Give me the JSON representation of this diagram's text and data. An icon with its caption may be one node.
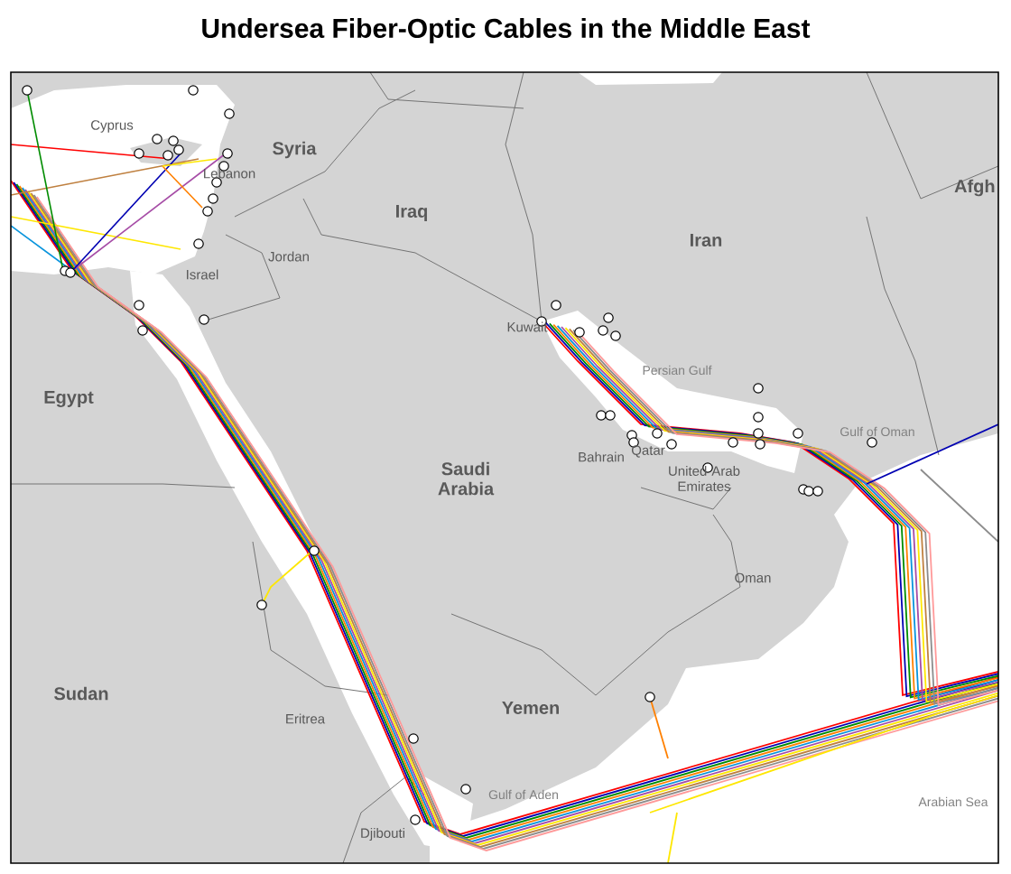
{
  "diagram": {
    "title": "Undersea Fiber-Optic Cables in the Middle East",
    "labels": [
      "Cyprus",
      "Syria",
      "Lebanon",
      "Iraq",
      "Afgh",
      "Jordan",
      "Israel",
      "Iran",
      "Kuwait",
      "Egypt",
      "Persian Gulf",
      "Bahrain",
      "Qatar",
      "Gulf of Oman",
      "Saudi Arabia",
      "United Arab Emirates",
      "Oman",
      "Sudan",
      "Yemen",
      "Eritrea",
      "Gulf of Aden",
      "Arabian Sea",
      "Djibouti"
    ]
  }
}
